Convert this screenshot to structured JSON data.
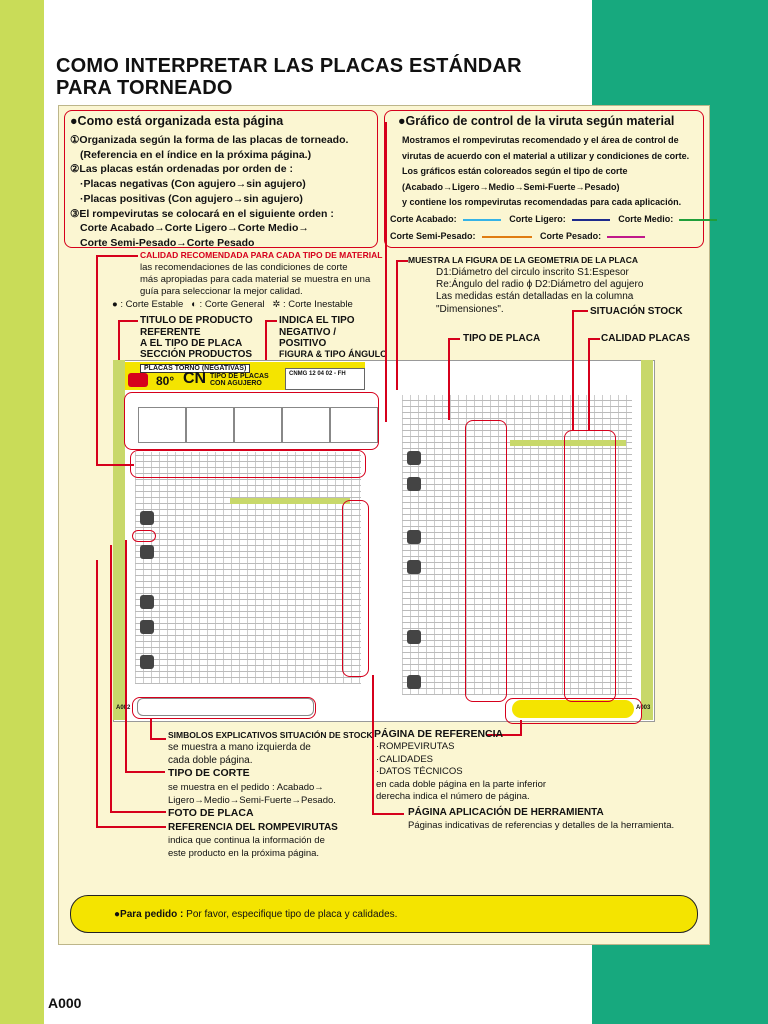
{
  "title": {
    "line1": "COMO INTERPRETAR LAS PLACAS ESTÁNDAR",
    "line2": "PARA TORNEADO"
  },
  "organizada": {
    "heading": "●Como está organizada esta página",
    "lines": [
      "①Organizada según la forma de las placas de torneado.",
      "(Referencia en el índice en la próxima página.)",
      "②Las placas están ordenadas por orden de :",
      "·Placas negativas (Con agujero→sin agujero)",
      "·Placas positivas (Con agujero→sin agujero)",
      "③El rompevirutas se colocará en el siguiente orden :",
      "Corte Acabado→Corte Ligero→Corte Medio→",
      "Corte Semi-Pesado→Corte Pesado"
    ]
  },
  "grafico": {
    "heading": "●Gráfico de control de la viruta según material",
    "lines": [
      "Mostramos el rompevirutas recomendado y el área de control de",
      "virutas de acuerdo con el material a utilizar y condiciones de corte.",
      "Los gráficos están coloreados según el tipo de corte",
      "(Acabado→Ligero→Medio→Semi-Fuerte→Pesado)",
      "y contiene los rompevirutas recomendadas para cada aplicación."
    ],
    "legend": [
      {
        "label": "Corte Acabado:",
        "color": "#35b3e6"
      },
      {
        "label": "Corte Ligero:",
        "color": "#1d2a8c"
      },
      {
        "label": "Corte Medio:",
        "color": "#1f9e3a"
      },
      {
        "label": "Corte Semi-Pesado:",
        "color": "#e07d12"
      },
      {
        "label": "Corte Pesado:",
        "color": "#c0198a"
      }
    ]
  },
  "calidad_recomendada": {
    "heading": "CALIDAD RECOMENDADA PARA CADA TIPO DE MATERIAL",
    "lines": [
      "las recomendaciones de las condiciones de corte",
      "más apropiadas para cada material se muestra en una",
      "guía para seleccionar la mejor calidad."
    ],
    "stable": ": Corte Estable",
    "general": ": Corte General",
    "inestable": ": Corte Inestable"
  },
  "titulo_producto": {
    "lines": [
      "TITULO DE PRODUCTO",
      "REFERENTE",
      "A EL TIPO DE PLACA"
    ]
  },
  "seccion_productos": "SECCIÓN PRODUCTOS",
  "indica_tipo": {
    "lines": [
      "INDICA EL TIPO",
      "NEGATIVO /",
      "POSITIVO"
    ]
  },
  "figura_angulo": "FIGURA & TIPO ÁNGULO",
  "muestra_figura": {
    "heading": "MUESTRA LA FIGURA DE LA GEOMETRIA DE LA PLACA",
    "lines": [
      "D1:Diámetro del circulo inscrito  S1:Espesor",
      "Re:Ángulo del radio  ϕ D2:Diámetro del agujero",
      "Las medidas están detalladas en la columna",
      "\"Dimensiones\"."
    ]
  },
  "situacion_stock": "SITUACIÓN STOCK",
  "tipo_placa": "TIPO DE PLACA",
  "calidad_placas": "CALIDAD PLACAS",
  "sheet": {
    "banner": "PLACAS TORNO (NEGATIVAS)",
    "angle": "80°",
    "shape": "CN",
    "shape_desc1": "TIPO DE PLACAS",
    "shape_desc2": "CON AGUJERO",
    "code": "CNMG  12 04 02 - FH",
    "page_left": "A002",
    "page_right": "A003"
  },
  "simbolos": {
    "heading": "SIMBOLOS EXPLICATIVOS SITUACIÓN DE STOCK",
    "lines": [
      "se muestra a mano izquierda de",
      "cada doble página."
    ]
  },
  "tipo_corte": {
    "heading": "TIPO DE CORTE",
    "lines": [
      "se muestra en el pedido : Acabado→",
      "Ligero→Medio→Semi-Fuerte→Pesado."
    ]
  },
  "foto_placa": "FOTO DE PLACA",
  "referencia_rompe": {
    "heading": "REFERENCIA DEL ROMPEVIRUTAS",
    "lines": [
      "indica que continua la información de",
      "este producto en la próxima página."
    ]
  },
  "pagina_referencia": {
    "heading": "PÁGINA DE REFERENCIA",
    "lines": [
      "·ROMPEVIRUTAS",
      "·CALIDADES",
      "·DATOS TÉCNICOS",
      "en cada doble página en la parte inferior",
      "derecha indica el número de página."
    ]
  },
  "pagina_aplicacion": {
    "heading": "PÁGINA APLICACIÓN DE HERRAMIENTA",
    "lines": [
      "Páginas indicativas de referencias y detalles de la herramienta."
    ]
  },
  "pedido": {
    "label": "●Para pedido :",
    "text": "Por favor, especifique tipo de placa y calidades."
  },
  "page_number": "A000"
}
